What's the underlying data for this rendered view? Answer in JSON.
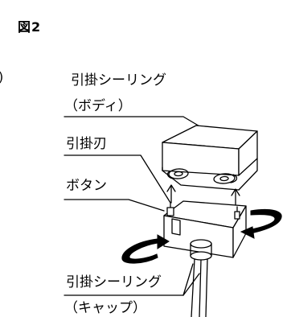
{
  "figure_title": "図2",
  "left_edge_mark": ")",
  "labels": {
    "ceiling_body_line1": "引掛シーリング",
    "ceiling_body_line2": "（ボディ）",
    "blade": "引掛刃",
    "button": "ボタン",
    "ceiling_cap_line1": "引掛シーリング",
    "ceiling_cap_line2": "（キャップ）"
  }
}
